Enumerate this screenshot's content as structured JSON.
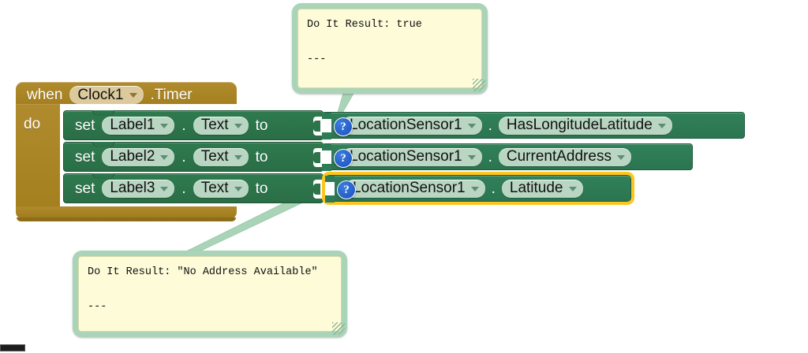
{
  "editor": {
    "background_color": "#ffffff",
    "accent_selected_color": "#ffc51f"
  },
  "event_block": {
    "when_label": "when",
    "component": "Clock1",
    "event": ".Timer",
    "do_label": "do",
    "color": "#a5801f"
  },
  "statements": [
    {
      "set_label": "set",
      "component": "Label1",
      "dot": ".",
      "property": "Text",
      "to_label": "to"
    },
    {
      "set_label": "set",
      "component": "Label2",
      "dot": ".",
      "property": "Text",
      "to_label": "to"
    },
    {
      "set_label": "set",
      "component": "Label3",
      "dot": ".",
      "property": "Text",
      "to_label": "to"
    }
  ],
  "getters": [
    {
      "help_icon": "question-mark-icon",
      "component": "LocationSensor1",
      "dot": ".",
      "property": "HasLongitudeLatitude",
      "selected": false
    },
    {
      "help_icon": "question-mark-icon",
      "component": "LocationSensor1",
      "dot": ".",
      "property": "CurrentAddress",
      "selected": false
    },
    {
      "help_icon": "question-mark-icon",
      "component": "LocationSensor1",
      "dot": ".",
      "property": "Latitude",
      "selected": true
    }
  ],
  "balloons": [
    {
      "line1": "Do It Result: true",
      "line2": "---"
    },
    {
      "line1": "Do It Result: \"No Address Available\"",
      "line2": "---"
    }
  ]
}
